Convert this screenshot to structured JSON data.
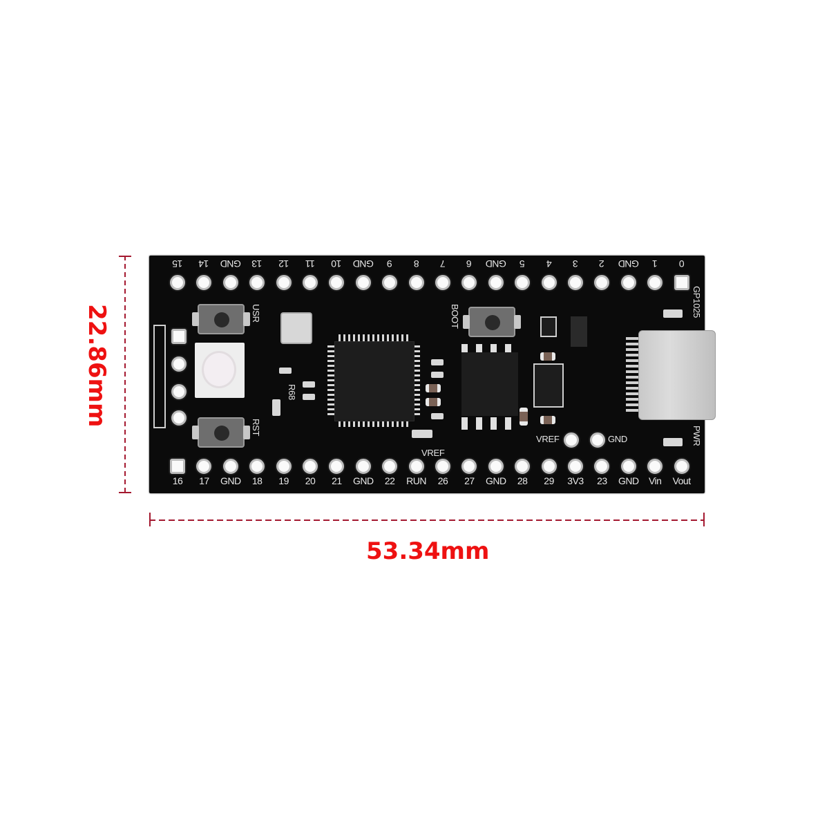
{
  "product": {
    "type": "RP2040-style microcontroller board (black PCB)",
    "board_color": "#0b0b0b",
    "silk_color": "#e6e6e6"
  },
  "dimensions": {
    "width_label": "53.34mm",
    "height_label": "22.86mm",
    "color": "#ee1111",
    "line_color": "#a4182f"
  },
  "pins": {
    "top_row": [
      "15",
      "14",
      "GND",
      "13",
      "12",
      "11",
      "10",
      "GND",
      "9",
      "8",
      "7",
      "6",
      "GND",
      "5",
      "4",
      "3",
      "2",
      "GND",
      "1",
      "0"
    ],
    "bottom_row": [
      "16",
      "17",
      "GND",
      "18",
      "19",
      "20",
      "21",
      "GND",
      "22",
      "RUN",
      "26",
      "27",
      "GND",
      "28",
      "29",
      "3V3",
      "23",
      "GND",
      "Vin",
      "Vout"
    ],
    "extra": [
      "VREF",
      "GND"
    ]
  },
  "silkscreen": {
    "usr": "USR",
    "rst": "RST",
    "boot": "BOOT",
    "r68": "R68",
    "vref_small": "VREF",
    "vref": "VREF",
    "gnd": "GND",
    "gp1025": "GP1025",
    "pwr": "PWR"
  },
  "components": {
    "buttons": [
      "USR",
      "RST",
      "BOOT"
    ],
    "rgb_led": "rgb-led",
    "usb_connector": "usb-c-connector",
    "mcu": "qfn-56-chip",
    "flash": "sop-8-chip",
    "crystal": "crystal-oscillator"
  }
}
